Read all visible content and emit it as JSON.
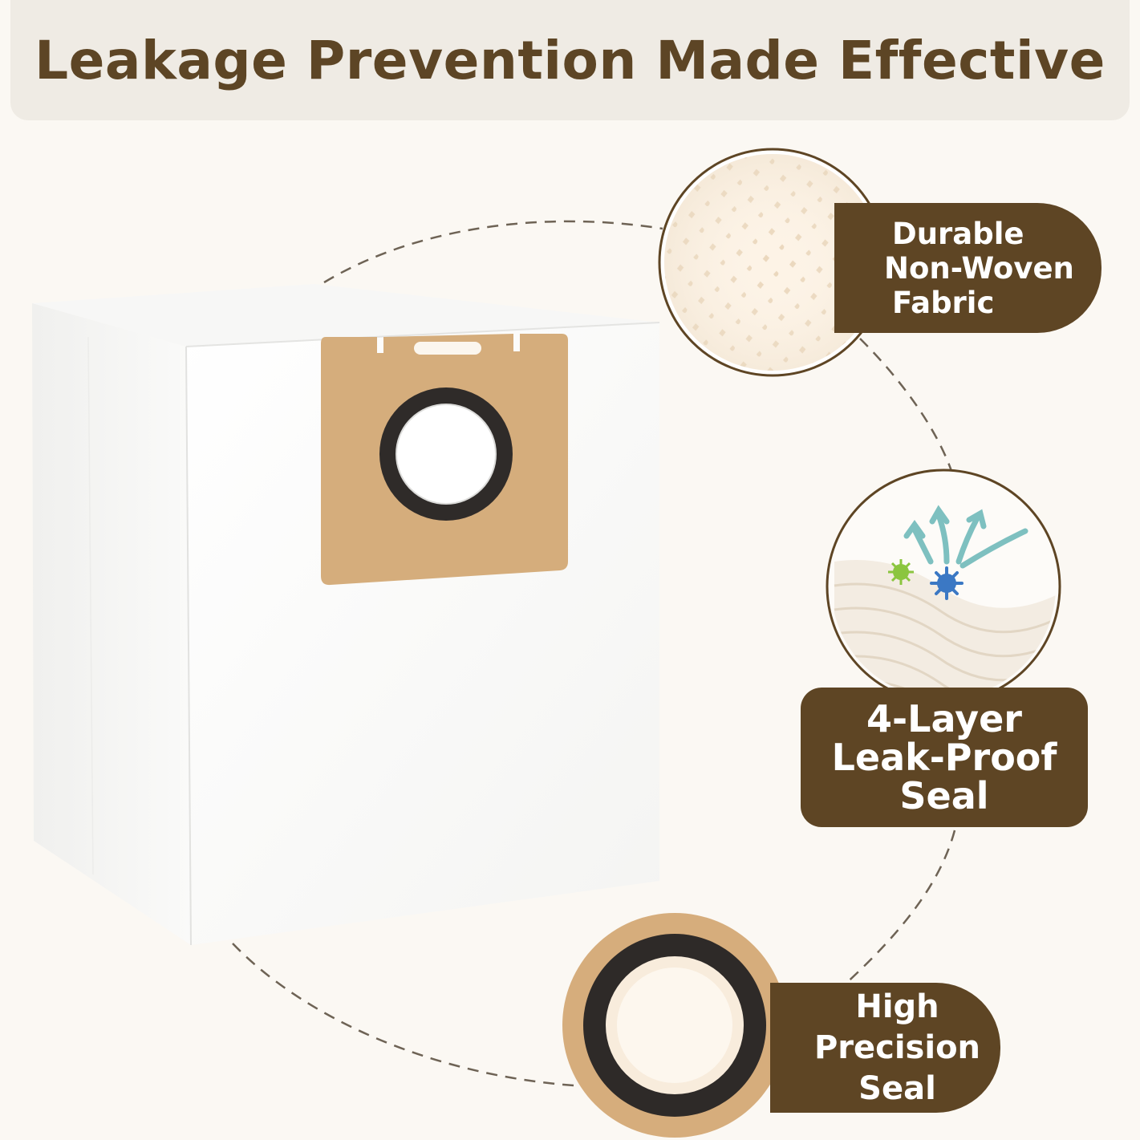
{
  "header": {
    "title": "Leakage Prevention Made Effective"
  },
  "features": [
    {
      "lines": [
        "Durable",
        "Non-Woven",
        "Fabric"
      ],
      "icon": "fabric-texture-icon"
    },
    {
      "lines": [
        "4-Layer",
        "Leak-Proof",
        "Seal"
      ],
      "icon": "layers-icon"
    },
    {
      "lines": [
        "High",
        "Precision",
        "Seal"
      ],
      "icon": "seal-ring-icon"
    }
  ],
  "colors": {
    "accent_brown": "#5e4524",
    "title_brown": "#5d4525",
    "tab_tan": "#d6ad7c",
    "background_cream": "#fbf8f3",
    "ring_black": "#2e2a28"
  }
}
